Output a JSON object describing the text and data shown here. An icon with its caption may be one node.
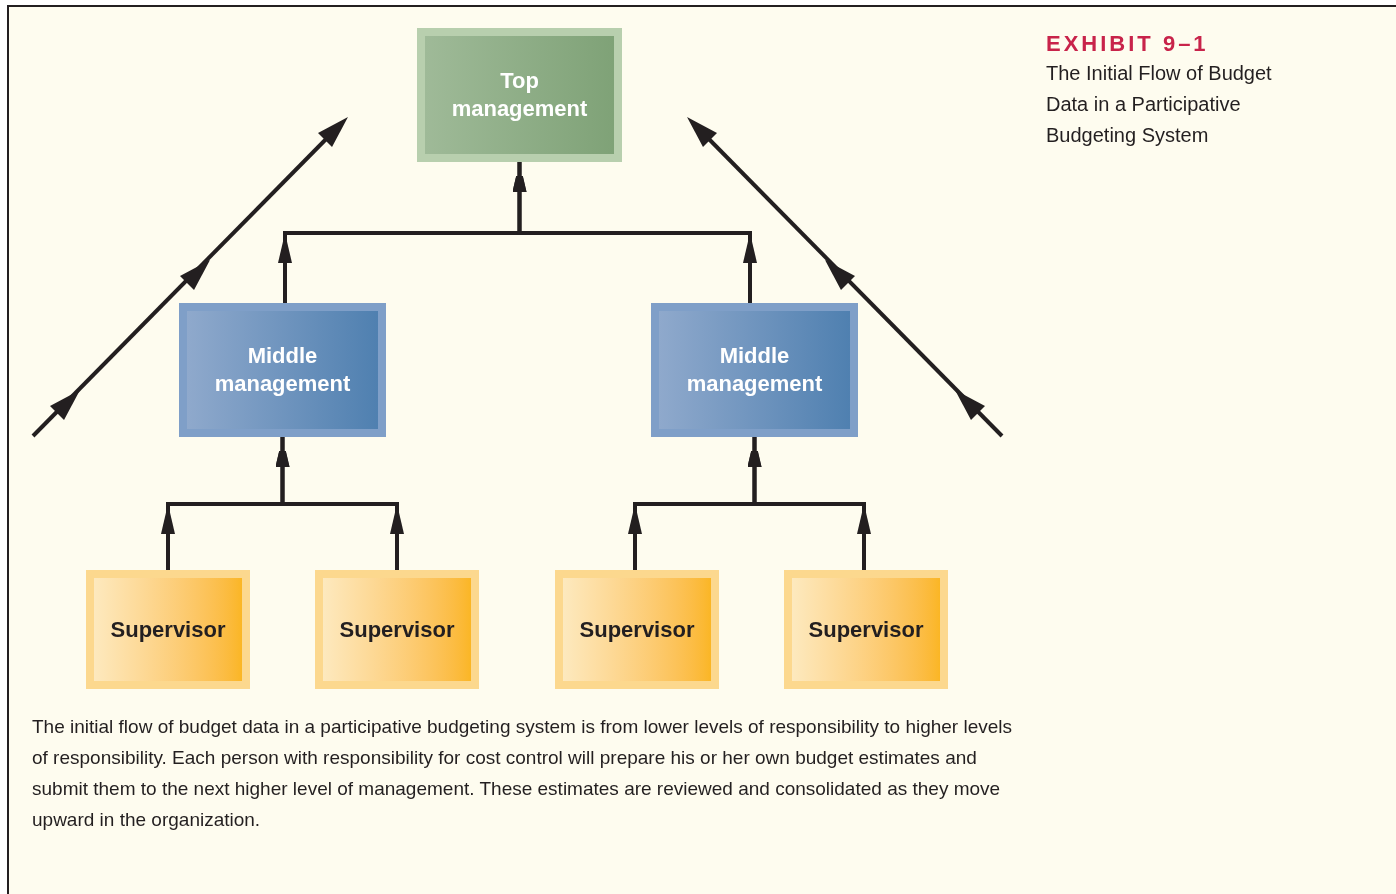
{
  "diagram": {
    "title": "EXHIBIT 9–1",
    "caption": "The initial flow of budget data in a participative budgeting system is from lower levels of responsibility to higher levels of responsibility. Each person with responsibility for cost control will prepare his or her own budget estimates and submit them to the next higher level of management. These estimates are reviewed and consolidated as they move upward in the organization.",
    "nodes": [
      {
        "text": [
          "Top management"
        ]
      },
      {
        "text": [
          "Middle management"
        ]
      },
      {
        "text": [
          "Middle management"
        ]
      },
      {
        "text": [
          "Supervisor"
        ]
      },
      {
        "text": [
          "Supervisor"
        ]
      },
      {
        "text": [
          "Supervisor"
        ]
      },
      {
        "text": [
          "Supervisor"
        ]
      }
    ],
    "edges": [
      {
        "from": 1,
        "to": 0,
        "arrow": "to"
      },
      {
        "from": 2,
        "to": 0,
        "arrow": "to"
      },
      {
        "from": 3,
        "to": 1,
        "arrow": "to"
      },
      {
        "from": 4,
        "to": 1,
        "arrow": "to"
      },
      {
        "from": 5,
        "to": 2,
        "arrow": "to"
      },
      {
        "from": 6,
        "to": 2,
        "arrow": "to"
      }
    ],
    "labels": [
      "The Initial Flow of Budget Data in a Participative Budgeting System"
    ]
  }
}
